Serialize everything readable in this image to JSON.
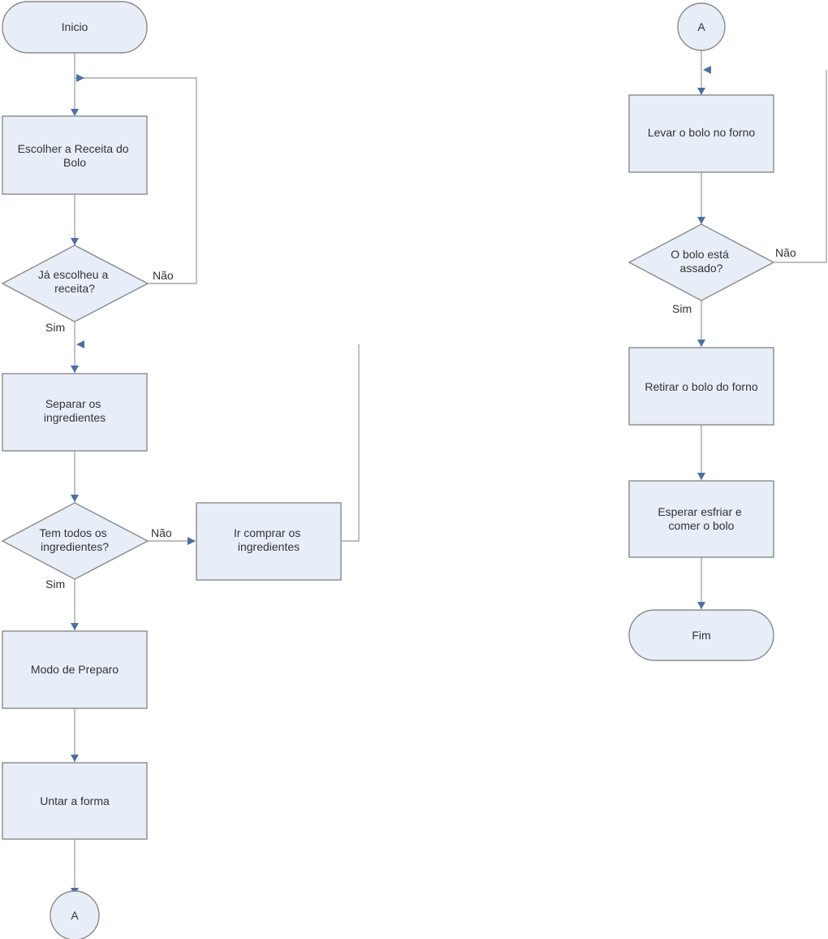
{
  "colors": {
    "node_fill": "#e8eef8",
    "node_stroke": "#8a8a8a",
    "connector": "#a8a8a8",
    "arrowhead": "#4a6fa8",
    "text": "#333333"
  },
  "nodes": {
    "inicio": "Inicio",
    "escolher_receita": [
      "Escolher a Receita do",
      "Bolo"
    ],
    "ja_escolheu": [
      "Já escolheu a",
      "receita?"
    ],
    "separar": [
      "Separar os",
      "ingredientes"
    ],
    "tem_todos": [
      "Tem todos os",
      "ingredientes?"
    ],
    "ir_comprar": [
      "Ir comprar os",
      "ingredientes"
    ],
    "modo_preparo": "Modo de Preparo",
    "untar": "Untar a forma",
    "conector_a_saida": "A",
    "conector_a_entrada": "A",
    "levar_forno": "Levar o bolo no forno",
    "bolo_assado": [
      "O bolo está",
      "assado?"
    ],
    "retirar": "Retirar o bolo do forno",
    "esperar": [
      "Esperar esfriar e",
      "comer o bolo"
    ],
    "fim": "Fim"
  },
  "edge_labels": {
    "ja_escolheu_nao": "Não",
    "ja_escolheu_sim": "Sim",
    "tem_todos_nao": "Não",
    "tem_todos_sim": "Sim",
    "assado_nao": "Não",
    "assado_sim": "Sim"
  }
}
